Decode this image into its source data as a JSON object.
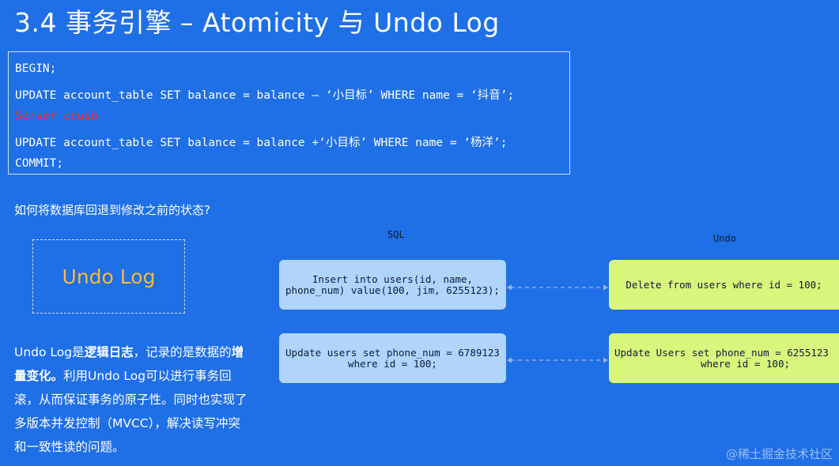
{
  "slide": {
    "title": "3.4 事务引擎 – Atomicity 与 Undo Log"
  },
  "code": {
    "lines": [
      "BEGIN;",
      "UPDATE account_table SET balance = balance – ‘小目标’ WHERE name = ‘抖音’;",
      "Server crush",
      "UPDATE account_table SET balance = balance +‘小目标’ WHERE name = ‘杨洋’;",
      "COMMIT;"
    ],
    "error_color": "#ff2b2b"
  },
  "question": "如何将数据库回退到修改之前的状态?",
  "undo_box_label": "Undo Log",
  "description": {
    "p1": "Undo Log是",
    "b1": "逻辑日志",
    "p2": "，记录的是数据的",
    "b2": "增量变化。",
    "p3": "利用Undo Log可以进行事务回滚，从而保证事务的原子性。同时也实现了多版本并发控制（MVCC），解决读写冲突和一致性读的问题。"
  },
  "diagram": {
    "sql_header": "SQL",
    "undo_header": "Undo",
    "rows": [
      {
        "sql": "Insert into users(id, name,\nphone_num) value(100, jim, 6255123);",
        "undo": "Delete from users where id = 100;"
      },
      {
        "sql": "Update users set phone_num = 6789123\nwhere id = 100;",
        "undo": "Update Users set phone_num = 6255123\n        where id = 100;"
      }
    ]
  },
  "watermark": "@稀土掘金技术社区",
  "colors": {
    "background": "#1f6fe6",
    "sql_card": "#b0d4fb",
    "undo_card": "#d9f57b",
    "undo_label": "#f5b93c"
  }
}
